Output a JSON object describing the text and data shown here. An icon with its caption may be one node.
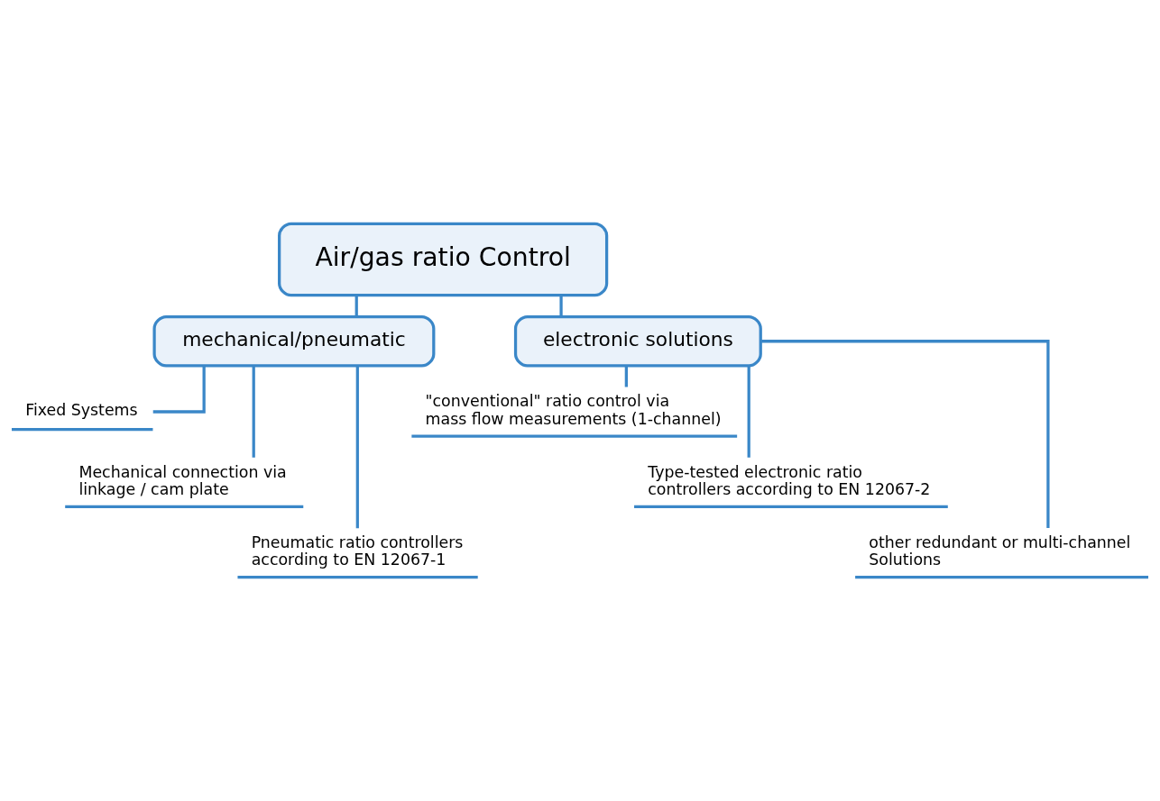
{
  "diagram": {
    "nodes": [
      {
        "text": [
          "Air/gas ratio Control"
        ]
      },
      {
        "text": [
          "mechanical/pneumatic"
        ]
      },
      {
        "text": [
          "electronic solutions"
        ]
      },
      {
        "text": [
          "Fixed Systems"
        ]
      },
      {
        "text": [
          "Mechanical connection via linkage / cam plate"
        ]
      },
      {
        "text": [
          "Pneumatic ratio controllers according to EN 12067-1"
        ]
      },
      {
        "text": [
          "\"conventional\" ratio control via mass flow measurements (1-channel)"
        ]
      },
      {
        "text": [
          "Type-tested electronic ratio controllers according to EN 12067-2"
        ]
      },
      {
        "text": [
          "other redundant or multi-channel Solutions"
        ]
      }
    ],
    "edges": [
      {
        "from": 0,
        "to": 1,
        "arrow": "none"
      },
      {
        "from": 0,
        "to": 2,
        "arrow": "none"
      },
      {
        "from": 1,
        "to": 3,
        "arrow": "none"
      },
      {
        "from": 1,
        "to": 4,
        "arrow": "none"
      },
      {
        "from": 1,
        "to": 5,
        "arrow": "none"
      },
      {
        "from": 2,
        "to": 6,
        "arrow": "none"
      },
      {
        "from": 2,
        "to": 7,
        "arrow": "none"
      },
      {
        "from": 2,
        "to": 8,
        "arrow": "none"
      }
    ]
  }
}
